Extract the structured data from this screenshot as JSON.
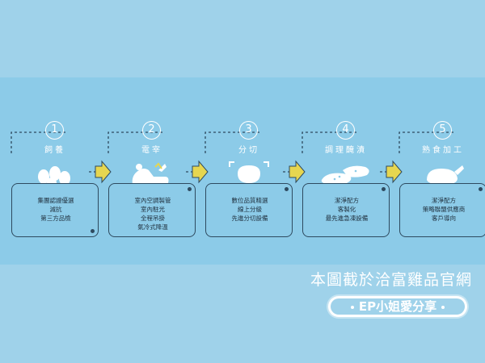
{
  "stages": [
    {
      "number": "1",
      "title": "飼養",
      "lines": [
        "集團認證優選",
        "減抗",
        "第三方品檢"
      ]
    },
    {
      "number": "2",
      "title": "電宰",
      "lines": [
        "室內空調製管",
        "室內駐光",
        "全程吊掛",
        "氣冷式降溫"
      ]
    },
    {
      "number": "3",
      "title": "分切",
      "lines": [
        "數位品質精選",
        "線上分級",
        "先進分切設備"
      ]
    },
    {
      "number": "4",
      "title": "調理醃漬",
      "lines": [
        "潔淨配方",
        "客製化",
        "最先進急凍設備"
      ]
    },
    {
      "number": "5",
      "title": "熟食加工",
      "lines": [
        "潔淨配方",
        "策略聯盟供應商",
        "客戶導向"
      ]
    }
  ],
  "credit": "本圖截於洽富雞品官網",
  "badge": "EP小姐愛分享",
  "colors": {
    "background": "#9fd2ea",
    "arrow": "#e6d650",
    "line": "#2e4a5f"
  }
}
